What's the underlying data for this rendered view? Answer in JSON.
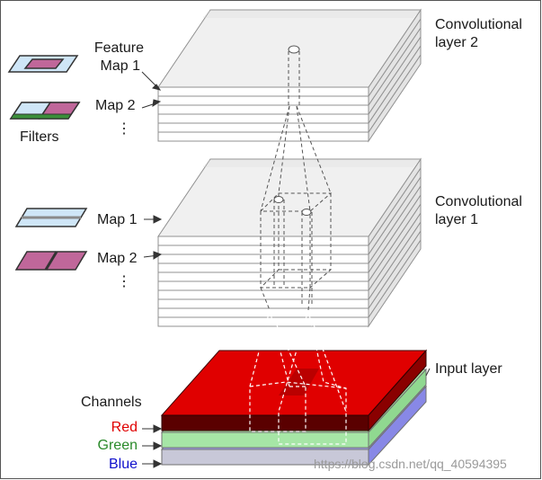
{
  "conv_layer_2": {
    "line1": "Convolutional",
    "line2": "layer 2",
    "feature_map_1_line1": "Feature",
    "feature_map_1_line2": "Map 1",
    "map_2": "Map 2",
    "ellipsis": "⋮",
    "filters": "Filters"
  },
  "conv_layer_1": {
    "line1": "Convolutional",
    "line2": "layer 1",
    "map_1": "Map 1",
    "map_2": "Map 2",
    "ellipsis": "⋮"
  },
  "input_layer": {
    "label": "Input layer",
    "channels_title": "Channels",
    "channels": [
      {
        "name": "Red",
        "color": "#e00000"
      },
      {
        "name": "Green",
        "color": "#2a8a2a"
      },
      {
        "name": "Blue",
        "color": "#1010cc"
      }
    ]
  },
  "watermark": "https://blog.csdn.net/qq_40594395",
  "colors": {
    "slab_top": "#f0f0f0",
    "slab_side": "#ffffff",
    "slab_edge": "#909090",
    "red_top": "#e00000",
    "red_front": "#5a0000",
    "green_layer": "#a6e6a6",
    "blue_layer": "#a0a0f4",
    "filter_pink": "#c0679a",
    "filter_blue": "#cfe6f7",
    "filter_green": "#3a8f3a"
  }
}
